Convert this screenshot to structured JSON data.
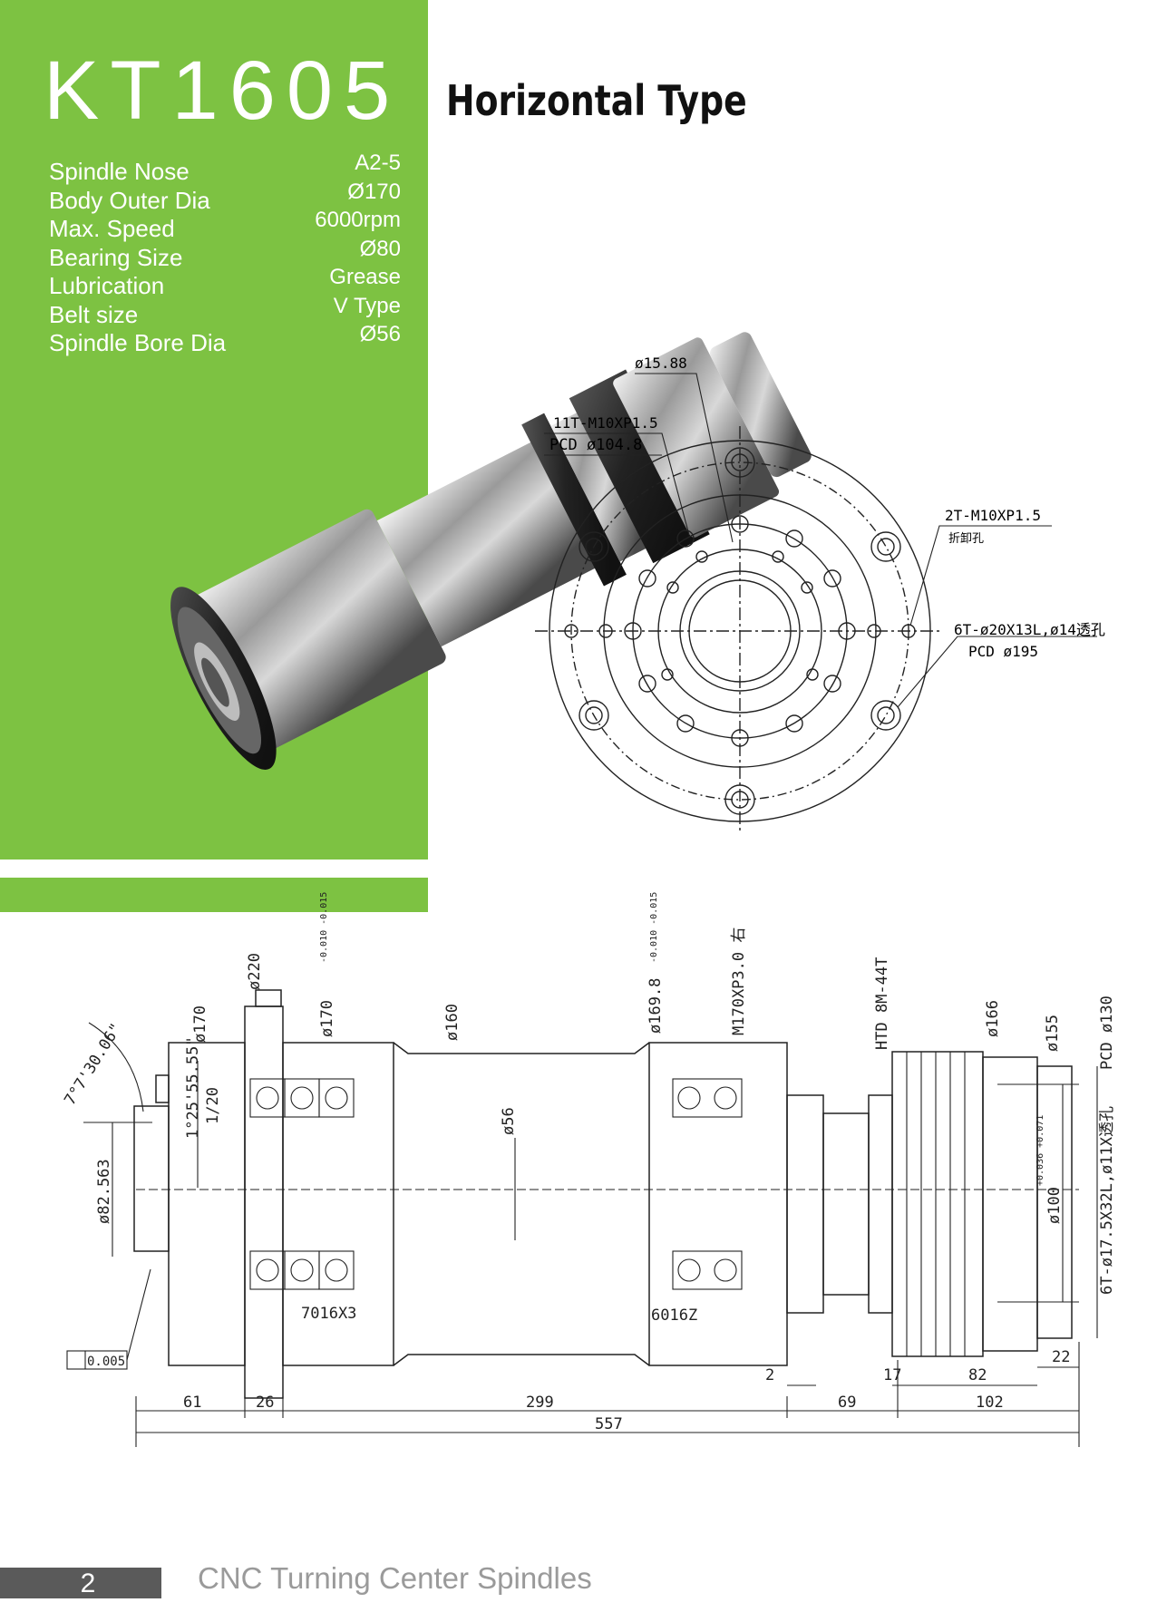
{
  "header": {
    "model": "KT1605",
    "type_title": "Horizontal Type"
  },
  "specs": [
    {
      "label": "Spindle Nose",
      "value": "A2-5"
    },
    {
      "label": "Body Outer Dia",
      "value": "Ø170"
    },
    {
      "label": "Max. Speed",
      "value": "6000rpm"
    },
    {
      "label": "Bearing Size",
      "value": "Ø80"
    },
    {
      "label": "Lubrication",
      "value": "Grease"
    },
    {
      "label": "Belt size",
      "value": "V Type"
    },
    {
      "label": "Spindle Bore Dia",
      "value": "Ø56"
    }
  ],
  "front_view": {
    "bolt_dia": "ø15.88",
    "thread_holes": "11T-M10XP1.5",
    "thread_pcd": "PCD ø104.8",
    "removal_holes": "2T-M10XP1.5",
    "removal_note": "折卸孔",
    "through_holes": "6T-ø20X13L,ø14透孔",
    "through_pcd": "PCD ø195"
  },
  "side_view": {
    "d170": "ø170",
    "d220": "ø220",
    "d170_tol": "ø170",
    "tol_a": "-0.010 -0.015",
    "d160": "ø160",
    "d169": "ø169.8",
    "tol_b": "-0.010 -0.015",
    "thread": "M170XP3.0 右",
    "belt": "HTD 8M-44T",
    "d166": "ø166",
    "d155": "ø155",
    "pcd130": "PCD ø130",
    "angle": "7°7'30.06\"",
    "taper_angle": "1°25'55.55\"",
    "taper": "1/20",
    "bore": "ø56",
    "d82": "ø82.563",
    "d100": "ø100",
    "tol_c": "+0.036 +0.071",
    "holes": "6T-ø17.5X32L,ø11X透孔",
    "bearing_front": "7016X3",
    "bearing_rear": "6016Z",
    "runout": "0.005",
    "dim_61": "61",
    "dim_26": "26",
    "dim_299": "299",
    "dim_69": "69",
    "dim_102": "102",
    "dim_557": "557",
    "dim_2": "2",
    "dim_17": "17",
    "dim_82": "82",
    "dim_22": "22"
  },
  "footer": {
    "page": "2",
    "title": "CNC Turning Center Spindles"
  }
}
